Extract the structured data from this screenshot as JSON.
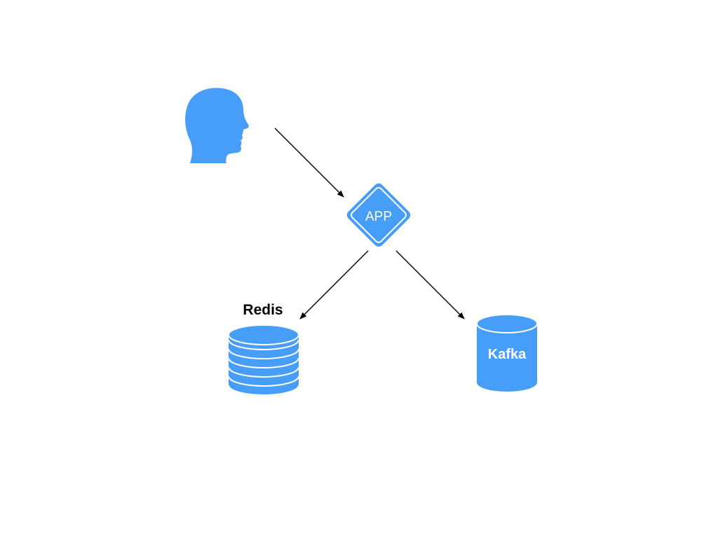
{
  "diagram": {
    "colors": {
      "node_fill": "#479ef8",
      "node_text": "#ffffff",
      "arrow": "#000000",
      "caption_text": "#000000",
      "background": "#ffffff"
    },
    "nodes": {
      "user": {
        "icon": "person-head-icon"
      },
      "app": {
        "label": "APP",
        "icon": "diamond-icon"
      },
      "redis": {
        "caption": "Redis",
        "icon": "stacked-database-icon"
      },
      "kafka": {
        "label": "Kafka",
        "icon": "cylinder-database-icon"
      }
    },
    "edges": [
      {
        "from": "user",
        "to": "app"
      },
      {
        "from": "app",
        "to": "redis"
      },
      {
        "from": "app",
        "to": "kafka"
      }
    ]
  }
}
